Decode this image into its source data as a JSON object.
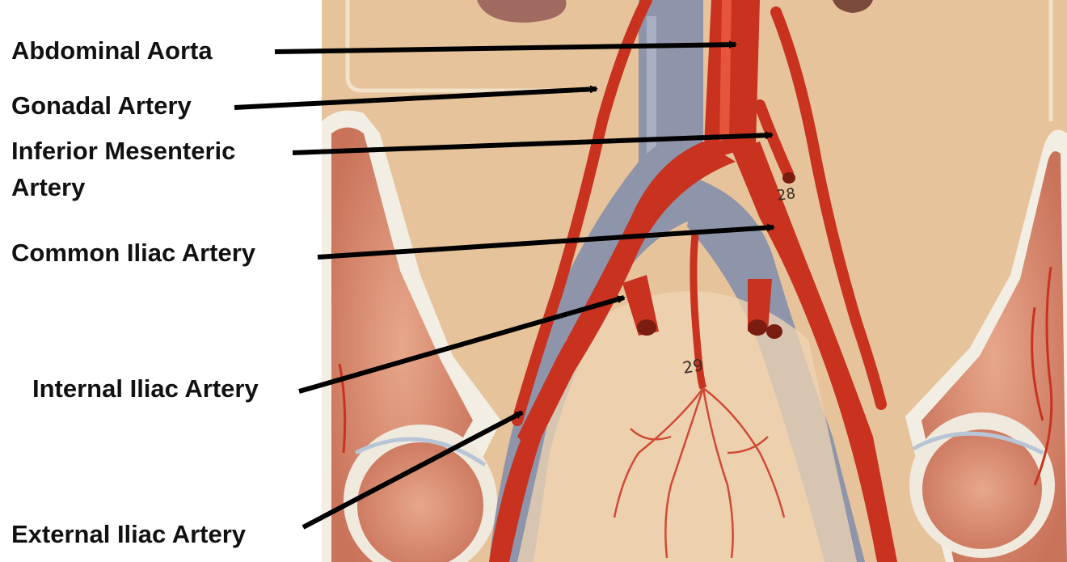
{
  "labels": {
    "abdominal_aorta": "Abdominal Aorta",
    "gonadal_artery": "Gonadal Artery",
    "inferior_mesenteric_line1": "Inferior Mesenteric",
    "inferior_mesenteric_line2": "Artery",
    "common_iliac": "Common Iliac Artery",
    "internal_iliac": "Internal Iliac Artery",
    "external_iliac": "External Iliac Artery"
  },
  "specimen_numbers": {
    "n28": "28",
    "n29": "29"
  },
  "colors": {
    "artery": "#c8321f",
    "artery_highlight": "#e4553b",
    "vein": "#8e94a9",
    "vein_highlight": "#aab0c4",
    "background_tissue": "#e6c39a",
    "bone_cortex": "#f3eee4",
    "bone_marrow": "#d88a6e",
    "arrow": "#000000"
  }
}
